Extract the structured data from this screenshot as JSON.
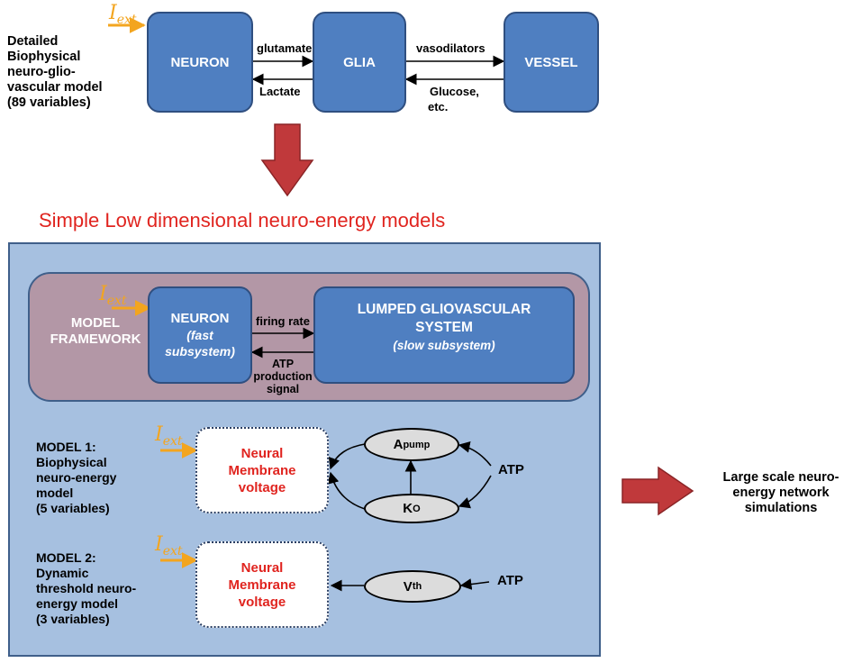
{
  "top": {
    "description": [
      "Detailed",
      "Biophysical",
      "neuro-glio-",
      "vascular model",
      "(89 variables)"
    ],
    "iext_main": "I",
    "iext_sub": "ext",
    "neuron": "NEURON",
    "glia": "GLIA",
    "vessel": "VESSEL",
    "glutamate": "glutamate",
    "lactate": "Lactate",
    "vasodilators": "vasodilators",
    "glucose": "Glucose,",
    "etc": "etc."
  },
  "heading": "Simple Low dimensional neuro-energy models",
  "framework": {
    "label": [
      "MODEL",
      "FRAMEWORK"
    ],
    "neuron_title": "NEURON",
    "neuron_sub": [
      "(fast",
      "subsystem)"
    ],
    "lumped_title": [
      "LUMPED GLIOVASCULAR",
      "SYSTEM"
    ],
    "lumped_sub": "(slow subsystem)",
    "firing_rate": "firing rate",
    "atp_signal": [
      "ATP",
      "production",
      "signal"
    ]
  },
  "model1": {
    "text": [
      "MODEL 1:",
      "Biophysical",
      "neuro-energy",
      "model",
      "(5 variables)"
    ],
    "membrane": [
      "Neural",
      "Membrane",
      "voltage"
    ],
    "apump_main": "A",
    "apump_sub": "pump",
    "ko_main": "K",
    "ko_sub": "O",
    "atp": "ATP"
  },
  "model2": {
    "text": [
      "MODEL 2:",
      "Dynamic",
      "threshold neuro-",
      "energy model",
      "(3 variables)"
    ],
    "membrane": [
      "Neural",
      "Membrane",
      "voltage"
    ],
    "vth_main": "V",
    "vth_sub": "th",
    "atp": "ATP"
  },
  "network": [
    "Large scale neuro-",
    "energy network",
    "simulations"
  ],
  "colors": {
    "box_blue": "#4f7fc1",
    "panel_blue": "#a6c0e0",
    "framework_mauve": "#b397a6",
    "arrow_red": "#c0393b",
    "iext_orange": "#f3a51f",
    "heading_red": "#e0241f"
  }
}
